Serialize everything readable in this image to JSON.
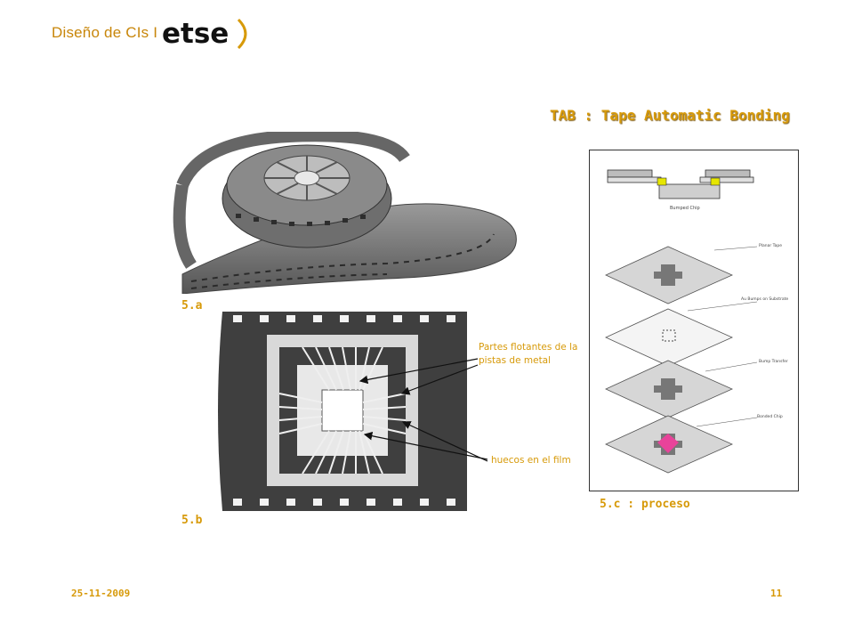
{
  "header": {
    "title": "Diseño de CIs I",
    "logo_text": "etse"
  },
  "slide": {
    "title": "TAB : Tape Automatic Bonding"
  },
  "figures": {
    "a": {
      "label": "5.a"
    },
    "b": {
      "label": "5.b"
    },
    "c": {
      "label": "5.c : proceso",
      "callouts": [
        "Bumped Chip",
        "Planar Tape",
        "Au Bumps on Substrate",
        "Bump Transfer",
        "Bonded Chip"
      ],
      "highlight_color": "#e8439a"
    }
  },
  "annotations": {
    "floating_parts": "Partes flotantes de la pistas de metal",
    "film_holes": "huecos en el film"
  },
  "footer": {
    "date": "25-11-2009",
    "page": "11"
  },
  "colors": {
    "accent": "#d79a0a",
    "header_text": "#c8860a"
  }
}
